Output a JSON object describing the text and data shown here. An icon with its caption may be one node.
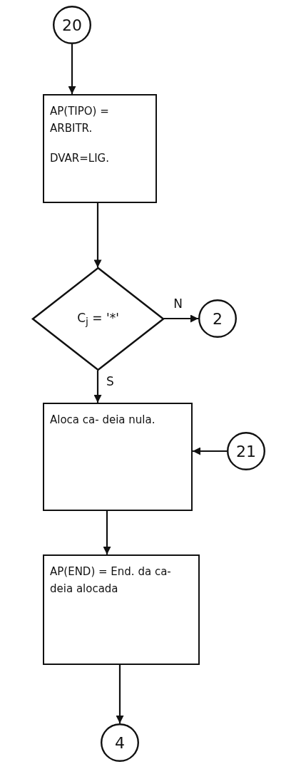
{
  "diagram": {
    "nodes": [
      {
        "text": [
          "20"
        ]
      },
      {
        "text": [
          "AP(TIPO) = ARBITR.",
          "DVAR=LIG."
        ]
      },
      {
        "text": [
          "C$_{j}$ = '*'"
        ]
      },
      {
        "text": [
          "2"
        ]
      },
      {
        "text": [
          "Aloca ca- deia nula."
        ]
      },
      {
        "text": [
          "21"
        ]
      },
      {
        "text": [
          "AP(END) = End. da ca- deia alocada"
        ]
      },
      {
        "text": [
          "4"
        ]
      }
    ],
    "edges": [
      {
        "from": 0,
        "to": 1,
        "arrow": "to"
      },
      {
        "from": 1,
        "to": 2,
        "arrow": "to"
      },
      {
        "from": 2,
        "to": 3,
        "arrow": "to",
        "label": "N"
      },
      {
        "from": 2,
        "to": 4,
        "arrow": "to",
        "label": "S"
      },
      {
        "from": 5,
        "to": 4,
        "arrow": "to"
      },
      {
        "from": 4,
        "to": 6,
        "arrow": "to"
      },
      {
        "from": 6,
        "to": 7,
        "arrow": "to"
      }
    ]
  }
}
